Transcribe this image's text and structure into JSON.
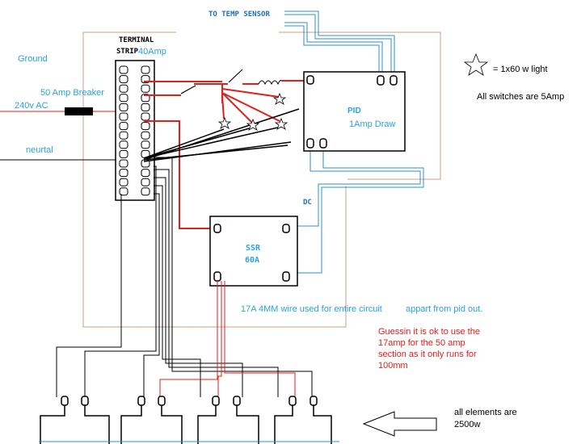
{
  "labels": {
    "to_temp_sensor": "TO TEMP SENSOR",
    "terminal": "TERMINAL",
    "strip": "STRIP",
    "strip_rating": "40Amp",
    "ground": "Ground",
    "breaker": "50 Amp Breaker",
    "ac_input": "240v AC",
    "neutral": "neurtal",
    "pid_title": "PID",
    "pid_draw": "1Amp Draw",
    "dc": "DC",
    "ssr_title": "SSR",
    "ssr_rating": "60A",
    "light_legend": "= 1x60 w light",
    "switch_note": "All switches are 5Amp",
    "wire_note_a": "17A 4MM wire used for entire circuit",
    "wire_note_b": "appart from pid out.",
    "guess_note": "Guessin it is ok to use the 17amp for the 50 amp section as it only runs for 100mm",
    "elements_line1": "all elements are",
    "elements_line2": "2500w"
  },
  "colors": {
    "label_blue": "#2aa3d8",
    "wire_blue": "#2f8fd0",
    "wire_red": "#e0201c",
    "enclosure": "#c8a080",
    "black": "#000000"
  }
}
